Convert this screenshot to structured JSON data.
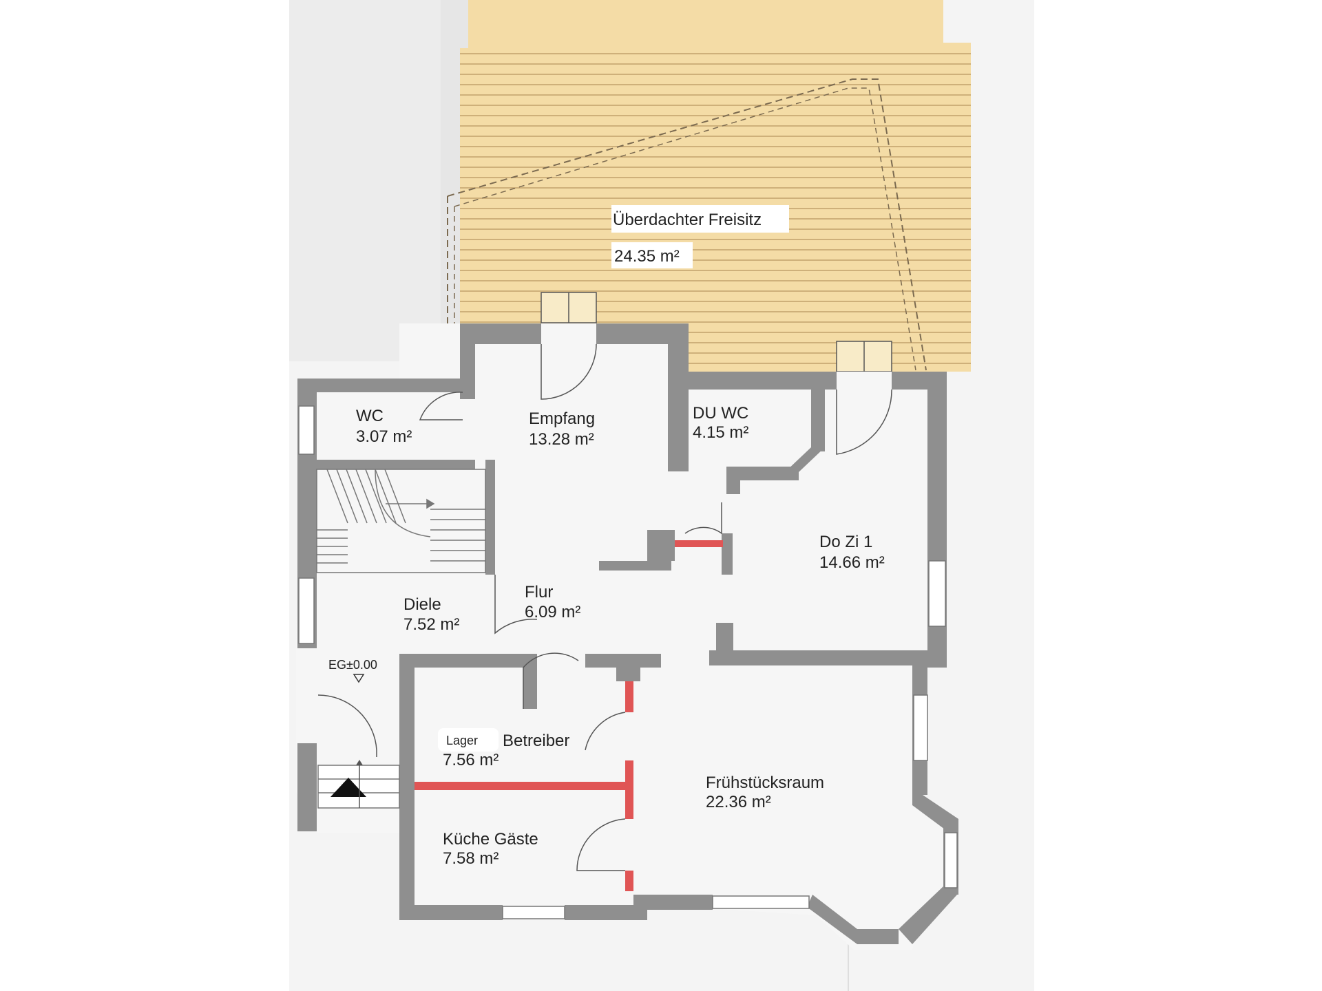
{
  "rooms": {
    "terrace": {
      "name": "Überdachter Freisitz",
      "area": "24.35 m²"
    },
    "wc": {
      "name": "WC",
      "area": "3.07 m²"
    },
    "empfang": {
      "name": "Empfang",
      "area": "13.28 m²"
    },
    "du_wc": {
      "name": "DU WC",
      "area": "4.15 m²"
    },
    "dozi": {
      "name": "Do Zi  1",
      "area": "14.66 m²"
    },
    "diele": {
      "name": "Diele",
      "area": "7.52 m²"
    },
    "flur": {
      "name": "Flur",
      "area": "6.09 m²"
    },
    "betreiber": {
      "name": "Betreiber",
      "area": "7.56 m²"
    },
    "fruehstueck": {
      "name": "Frühstücksraum",
      "area": "22.36 m²"
    },
    "kueche": {
      "name": "Küche Gäste",
      "area": "7.58 m²"
    }
  },
  "lager_label": "Lager",
  "level_marker": "EG±0.00",
  "colors": {
    "background": "#ffffff",
    "paper": "#f3f3f3",
    "terrace": "#f4dca6",
    "terrace_lines": "#b89560",
    "wall": "#8a8a8a",
    "new_wall": "#e05555",
    "floor": "#f7f7f7"
  }
}
